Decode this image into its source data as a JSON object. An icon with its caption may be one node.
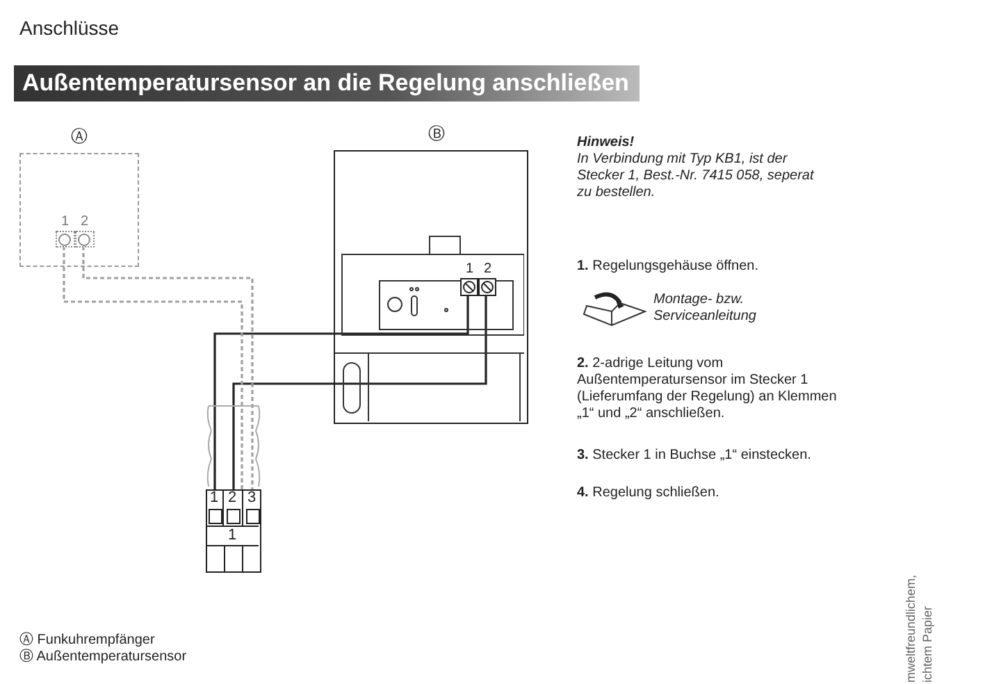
{
  "diagram": {
    "title": "Außentemperatursensor an die Regelung anschließen",
    "nodes": [
      {
        "text": [
          "Ⓐ"
        ]
      },
      {
        "text": [
          "1"
        ],
        "in": 0
      },
      {
        "text": [
          "2"
        ],
        "in": 0
      },
      {
        "text": [
          "Ⓑ"
        ]
      },
      {
        "text": [
          "1"
        ],
        "in": 3
      },
      {
        "text": [
          "2"
        ],
        "in": 3
      },
      {
        "text": [
          "1"
        ]
      },
      {
        "text": [
          "1"
        ],
        "in": 6
      },
      {
        "text": [
          "2"
        ],
        "in": 6
      },
      {
        "text": [
          "3"
        ],
        "in": 6
      }
    ],
    "edges": [
      {
        "from": 4,
        "to": 7,
        "arrow": "none"
      },
      {
        "from": 5,
        "to": 8,
        "arrow": "none"
      },
      {
        "from": 1,
        "to": 8,
        "arrow": "none",
        "style": "dashed",
        "color": "#a0a0a0"
      },
      {
        "from": 2,
        "to": 9,
        "arrow": "none",
        "style": "dashed",
        "color": "#a0a0a0"
      }
    ],
    "labels": [
      "Anschlüsse",
      "Hinweis!",
      "In Verbindung mit Typ KB1, ist der Stecker 1, Best.-Nr. 7415 058, seperat zu bestellen.",
      "**1.** Regelungsgehäuse öffnen.",
      "Montage- bzw. Serviceanleitung",
      "**2.** 2-adrige Leitung vom Außentemperatursensor im Stecker 1 (Lieferumfang der Regelung) an Klemmen „1“ und „2“ anschließen.",
      "**3.** Stecker 1 in Buchse „1“ einstecken.",
      "**4.** Regelung schließen.",
      "Ⓐ Funkuhrempfänger",
      "Ⓑ Außentemperatursensor",
      "mweltfreundlichem,",
      "ichtem Papier"
    ]
  }
}
